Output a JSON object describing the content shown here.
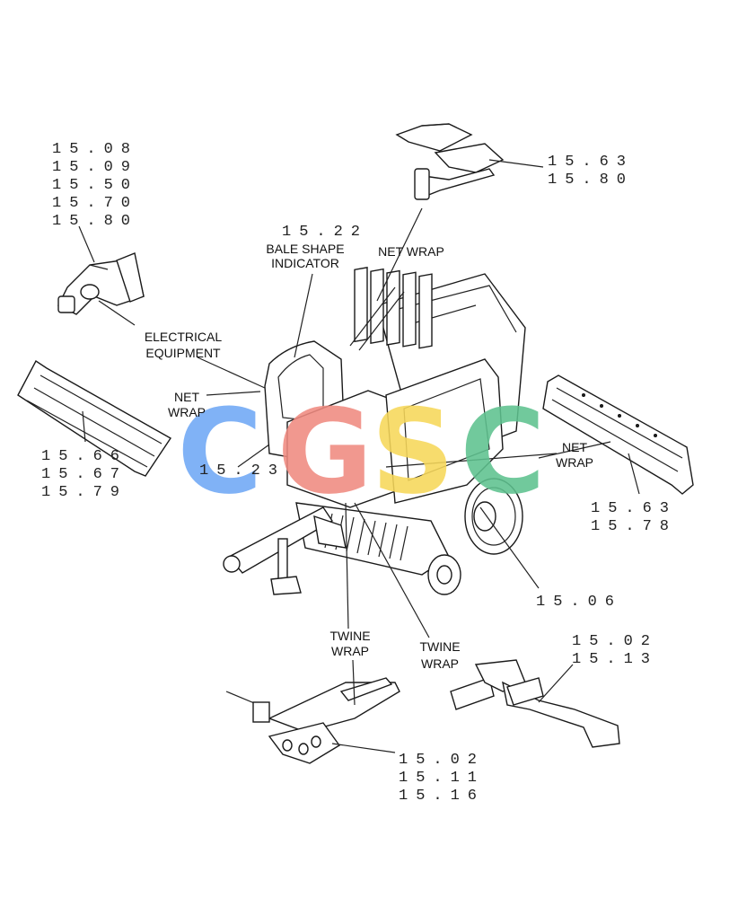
{
  "refs": {
    "top_left": [
      "15.08",
      "15.09",
      "15.50",
      "15.70",
      "15.80"
    ],
    "top_right": [
      "15.63",
      "15.80"
    ],
    "bale_shape": [
      "15.22"
    ],
    "left_mid": [
      "15.66",
      "15.67",
      "15.79"
    ],
    "center": [
      "15.23"
    ],
    "right_mid": [
      "15.63",
      "15.78"
    ],
    "wheel": [
      "15.06"
    ],
    "bottom_right": [
      "15.02",
      "15.13"
    ],
    "bottom_center": [
      "15.02",
      "15.11",
      "15.16"
    ]
  },
  "labels": {
    "bale_shape_l1": "BALE SHAPE",
    "bale_shape_l2": "INDICATOR",
    "net_wrap_top": "NET WRAP",
    "electrical_l1": "ELECTRICAL",
    "electrical_l2": "EQUIPMENT",
    "net_wrap_left_l1": "NET",
    "net_wrap_left_l2": "WRAP",
    "net_wrap_right_l1": "NET",
    "net_wrap_right_l2": "WRAP",
    "twine_wrap_left_l1": "TWINE",
    "twine_wrap_left_l2": "WRAP",
    "twine_wrap_right_l1": "TWINE",
    "twine_wrap_right_l2": "WRAP"
  },
  "watermark": {
    "letters": [
      "C",
      "G",
      "S",
      "C"
    ],
    "colors": [
      "#6fa8f5",
      "#f08a80",
      "#f7d85a",
      "#5ec28f"
    ]
  }
}
